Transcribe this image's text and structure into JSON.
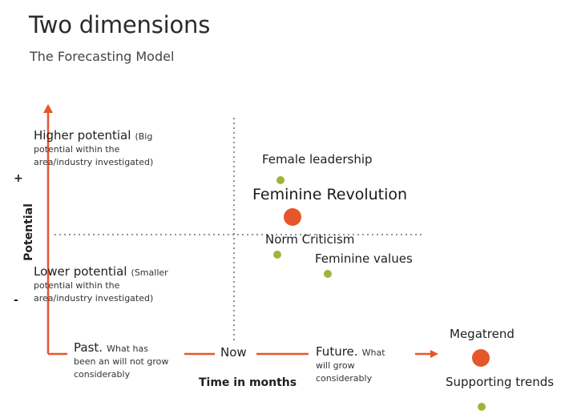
{
  "title": "Two dimensions",
  "subtitle": "The Forecasting Model",
  "axis": {
    "y_label": "Potential",
    "y_plus": "+",
    "y_minus": "-",
    "x_label": "Time in months"
  },
  "high": {
    "heading": "Higher potential",
    "desc_inline": "(Big",
    "desc_rest": "potential within the area/industry investigated)"
  },
  "low": {
    "heading": "Lower potential",
    "desc_inline": "(Smaller",
    "desc_rest": "potential within the area/industry investigated)"
  },
  "timeline": {
    "past_heading": "Past.",
    "past_desc_inline": "What has",
    "past_desc_rest": "been an will not grow considerably",
    "now": "Now",
    "future_heading": "Future.",
    "future_desc_inline": "What",
    "future_desc_rest": "will grow considerably"
  },
  "points": {
    "female_leadership": "Female leadership",
    "feminine_revolution": "Feminine Revolution",
    "norm_criticism": "Norm Criticism",
    "feminine_values": "Feminine values"
  },
  "legend": {
    "megatrend": "Megatrend",
    "supporting": "Supporting trends"
  },
  "colors": {
    "axis_orange": "#e5562a",
    "dot_green": "#9cb63a",
    "dot_orange": "#e5562a"
  }
}
